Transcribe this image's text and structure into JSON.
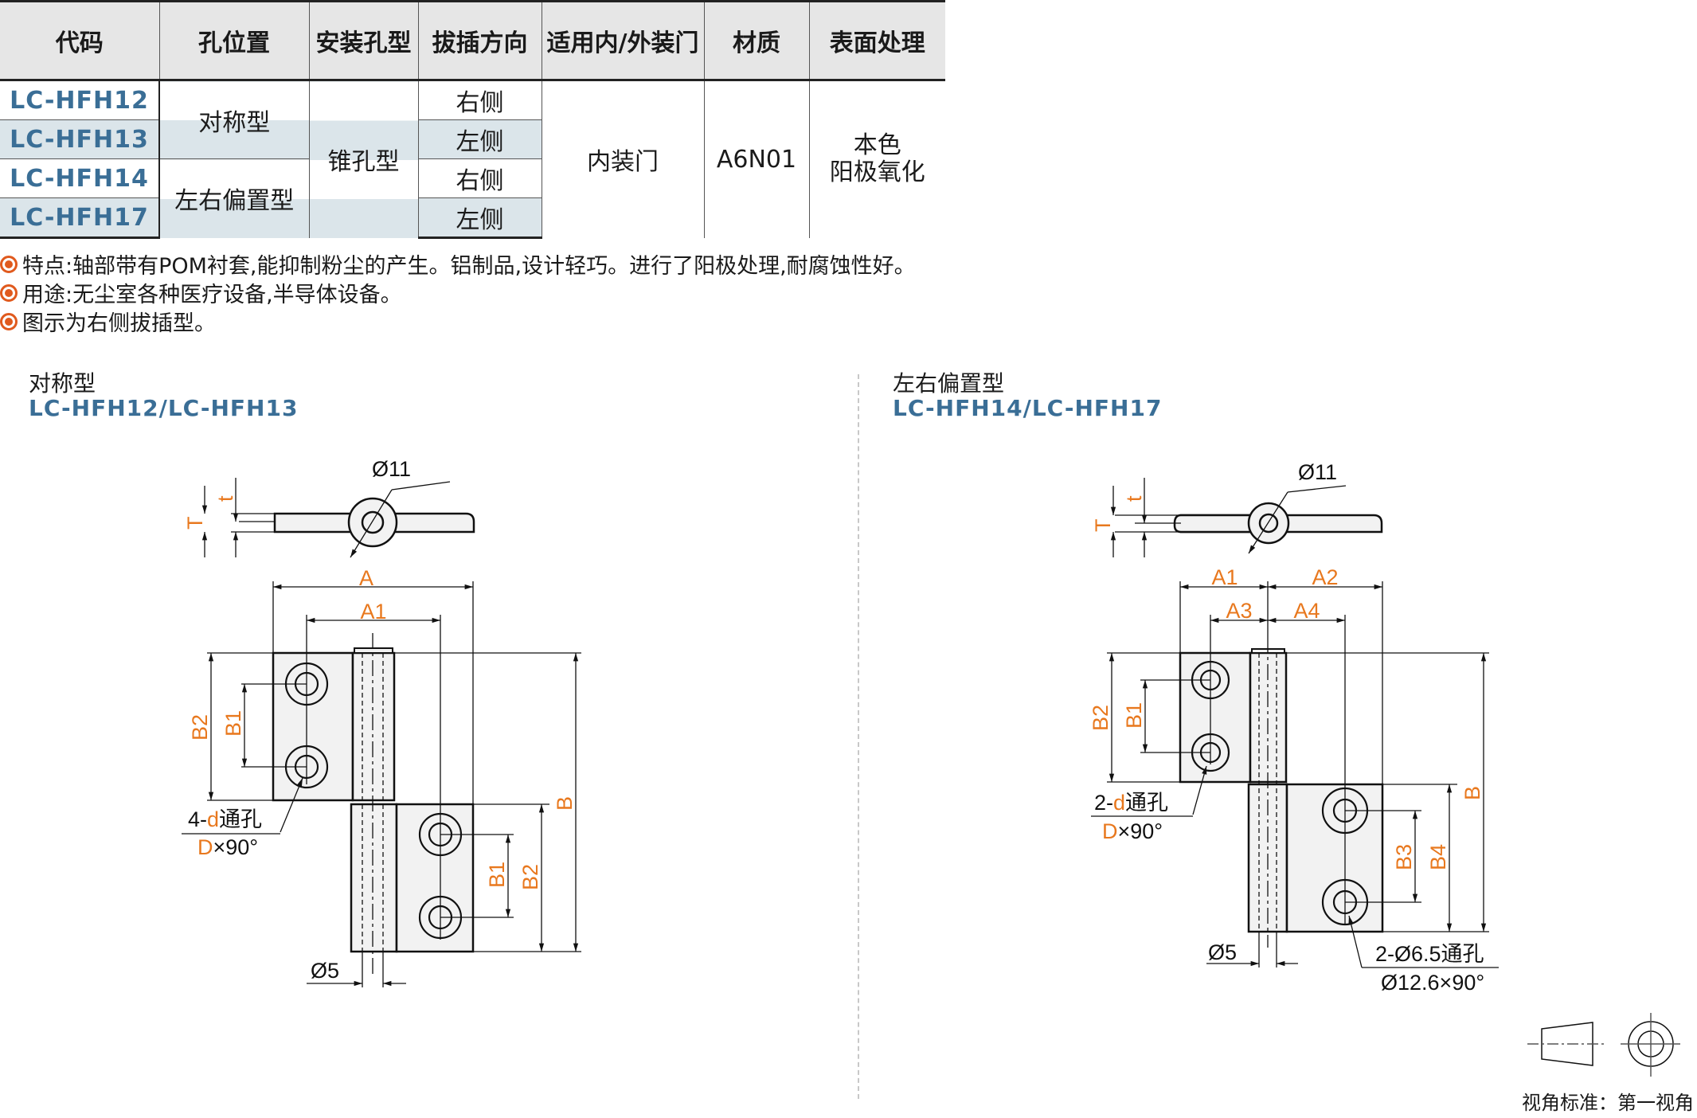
{
  "table": {
    "headers": [
      "代码",
      "孔位置",
      "安装孔型",
      "拔插方向",
      "适用内/外装门",
      "材质",
      "表面处理"
    ],
    "rows": [
      {
        "code": "LC-HFH12",
        "direction": "右侧"
      },
      {
        "code": "LC-HFH13",
        "direction": "左侧"
      },
      {
        "code": "LC-HFH14",
        "direction": "右侧"
      },
      {
        "code": "LC-HFH17",
        "direction": "左侧"
      }
    ],
    "hole_position_groups": [
      "对称型",
      "左右偏置型"
    ],
    "mount_hole_type": "锥孔型",
    "door_type": "内装门",
    "material": "A6N01",
    "surface": [
      "本色",
      "阳极氧化"
    ]
  },
  "notes": [
    "特点:轴部带有POM衬套,能抑制粉尘的产生。铝制品,设计轻巧。进行了阳极处理,耐腐蚀性好。",
    "用途:无尘室各种医疗设备,半导体设备。",
    "图示为右侧拔插型。"
  ],
  "colors": {
    "accent_orange": "#e8781e",
    "code_blue": "#3a6e96",
    "bullet": "#e05a1e",
    "row_shade": "#dbe5ea",
    "header_bg": "#e6e6e6",
    "part_fill": "#f2f2f2"
  },
  "left_drawing": {
    "title": "对称型",
    "codes": "LC-HFH12/LC-HFH13",
    "labels": {
      "dia_top": "Ø11",
      "T": "T",
      "t": "t",
      "A": "A",
      "A1": "A1",
      "B": "B",
      "B1": "B1",
      "B2": "B2",
      "hole_note_prefix": "4-",
      "hole_note_d": "d",
      "hole_note_suffix": "通孔",
      "csk_D": "D",
      "csk_suffix": "×90°",
      "pin_dia": "Ø5"
    }
  },
  "right_drawing": {
    "title": "左右偏置型",
    "codes": "LC-HFH14/LC-HFH17",
    "labels": {
      "dia_top": "Ø11",
      "T": "T",
      "t": "t",
      "A1": "A1",
      "A2": "A2",
      "A3": "A3",
      "A4": "A4",
      "B": "B",
      "B1": "B1",
      "B2": "B2",
      "B3": "B3",
      "B4": "B4",
      "hole_note_prefix": "2-",
      "hole_note_d": "d",
      "hole_note_suffix": "通孔",
      "csk_D": "D",
      "csk_suffix": "×90°",
      "pin_dia": "Ø5",
      "hole2_line1": "2-Ø6.5通孔",
      "hole2_line2": "Ø12.6×90°"
    }
  },
  "projection": {
    "label": "视角标准：第一视角"
  }
}
